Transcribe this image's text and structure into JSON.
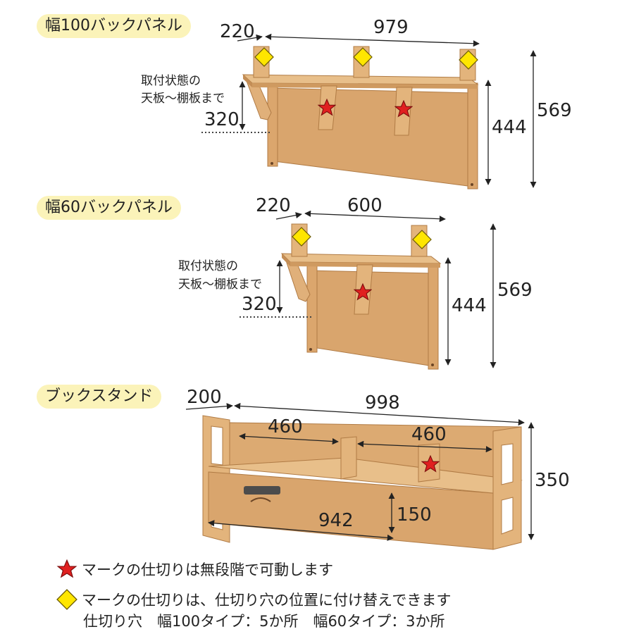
{
  "colors": {
    "wood": "#dcaa72",
    "wood_dark": "#c48e56",
    "wood_light": "#e8c08d",
    "tag_bg": "#fbf3b9",
    "star": "#e02020",
    "diamond": "#ffe600"
  },
  "sections": [
    {
      "title": "幅100バックパネル",
      "dim_side": "220",
      "dim_width": "979",
      "dim_total_height": "569",
      "dim_panel_height": "444",
      "dim_gap": "320",
      "note_line1": "取付状態の",
      "note_line2": "天板～棚板まで",
      "star_marks": 2,
      "diamond_marks": 3
    },
    {
      "title": "幅60バックパネル",
      "dim_side": "220",
      "dim_width": "600",
      "dim_total_height": "569",
      "dim_panel_height": "444",
      "dim_gap": "320",
      "note_line1": "取付状態の",
      "note_line2": "天板～棚板まで",
      "star_marks": 1,
      "diamond_marks": 2
    },
    {
      "title": "ブックスタンド",
      "dim_side": "200",
      "dim_width": "998",
      "dim_inner_left": "460",
      "dim_inner_right": "460",
      "dim_height": "350",
      "dim_shelf_height": "150",
      "dim_bottom_width": "942",
      "star_marks": 1
    }
  ],
  "legend": {
    "star_text": "マークの仕切りは無段階で可動します",
    "diamond_text": "マークの仕切りは、仕切り穴の位置に付け替えできます",
    "holes_text": "仕切り穴　幅100タイプ：5か所　幅60タイプ：3か所"
  }
}
